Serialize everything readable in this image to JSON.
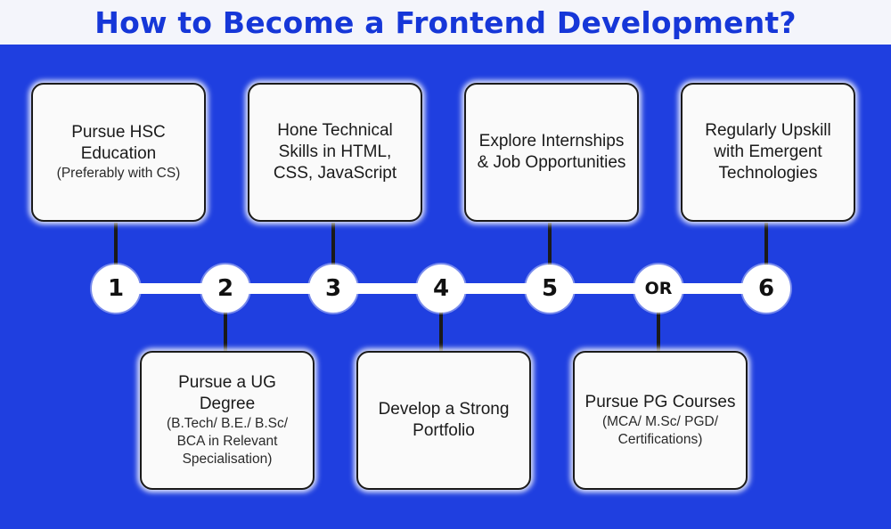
{
  "title": "How to Become a Frontend Development?",
  "steps": [
    {
      "node": "1",
      "main": "Pursue HSC Education",
      "sub": "(Preferably with CS)"
    },
    {
      "node": "2",
      "main": "Pursue a UG Degree",
      "sub": "(B.Tech/ B.E./ B.Sc/ BCA in Relevant Specialisation)"
    },
    {
      "node": "3",
      "main": "Hone Technical Skills in HTML, CSS, JavaScript",
      "sub": ""
    },
    {
      "node": "4",
      "main": "Develop a Strong Portfolio",
      "sub": ""
    },
    {
      "node": "5",
      "main": "Explore Internships & Job Opportunities",
      "sub": ""
    },
    {
      "node": "OR",
      "main": "Pursue PG Courses",
      "sub": "(MCA/ M.Sc/ PGD/ Certifications)"
    },
    {
      "node": "6",
      "main": "Regularly Upskill with Emergent Technologies",
      "sub": ""
    }
  ],
  "colors": {
    "background": "#1f3fe0",
    "title": "#1637d8",
    "title_bar": "#f4f5fb",
    "card": "#fafafa",
    "node": "#ffffff"
  }
}
